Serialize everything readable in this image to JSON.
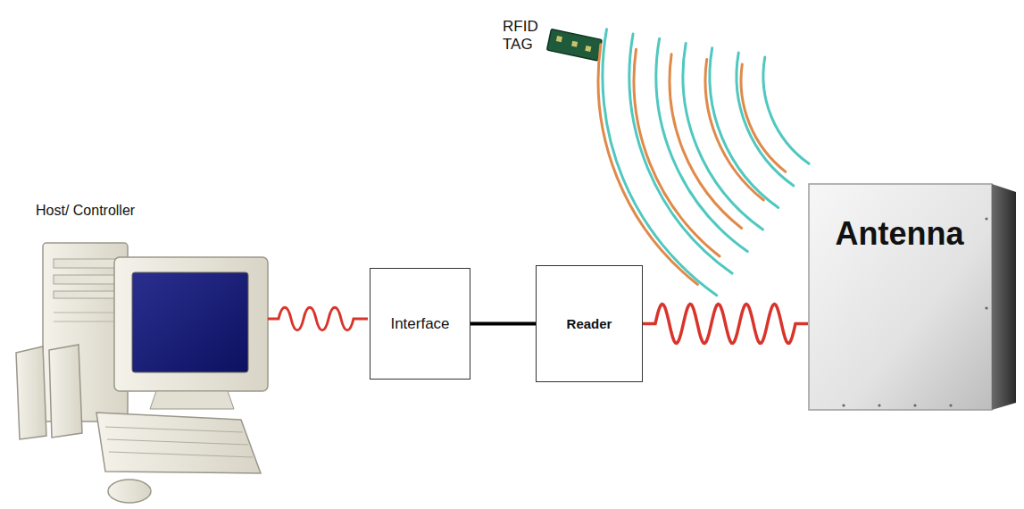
{
  "diagram": {
    "nodes": [
      {
        "text": [
          "Interface"
        ]
      },
      {
        "text": [
          "Reader"
        ]
      },
      {
        "text": [
          "Antenna"
        ]
      }
    ],
    "edges": [
      {
        "from": 0,
        "to": 1,
        "arrow": "none"
      },
      {
        "from": 1,
        "to": 2,
        "arrow": "none"
      }
    ],
    "labels": [
      "RFID TAG",
      "Host/ Controller"
    ]
  }
}
